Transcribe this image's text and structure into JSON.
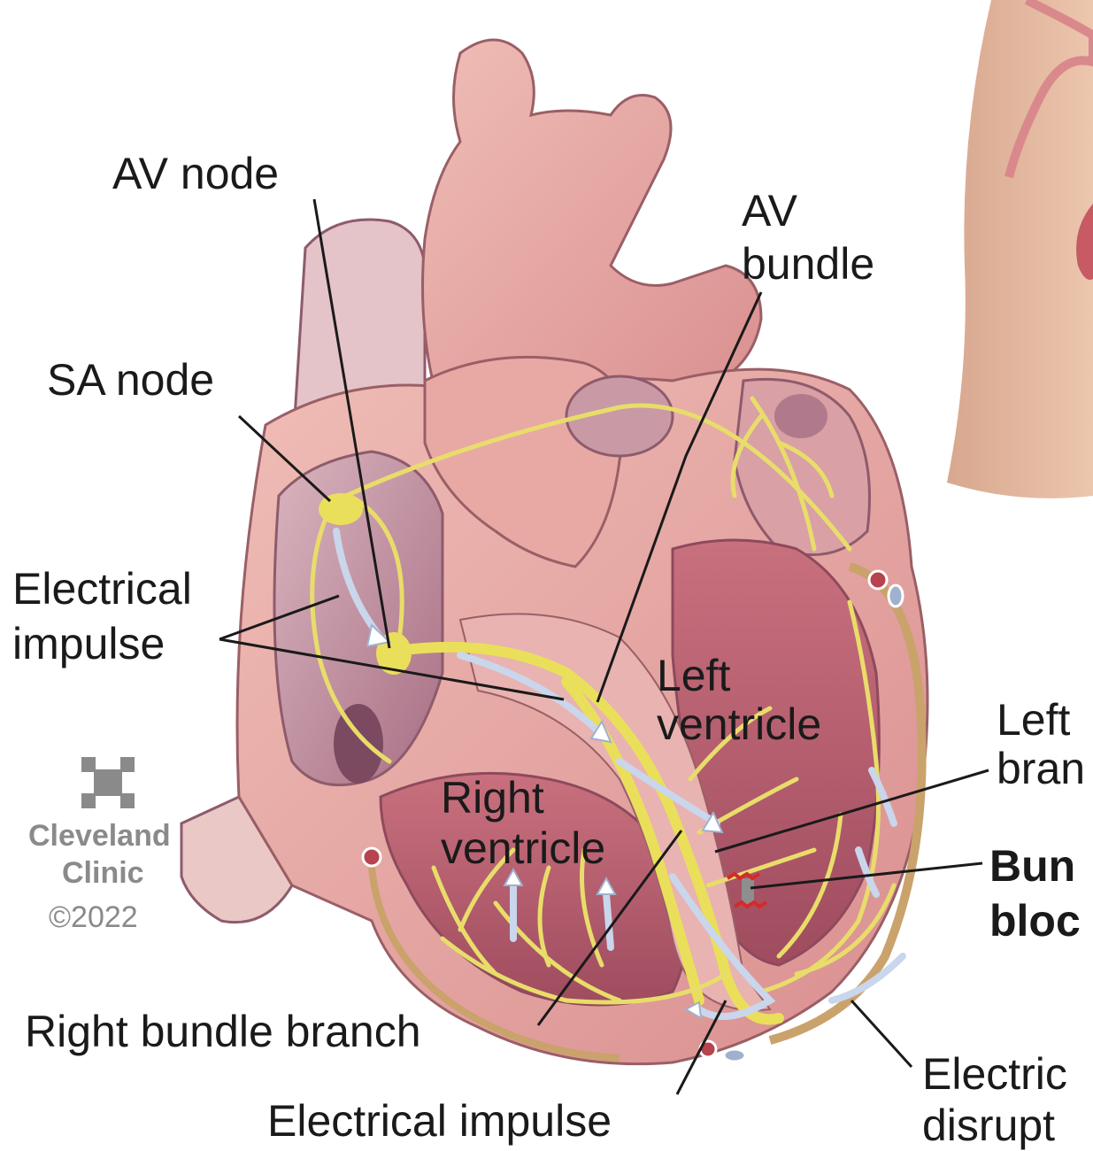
{
  "labels": {
    "av_node": "AV node",
    "av_bundle_1": "AV",
    "av_bundle_2": "bundle",
    "sa_node": "SA node",
    "electrical_impulse_1": "Electrical",
    "electrical_impulse_2": "impulse",
    "left_ventricle_1": "Left",
    "left_ventricle_2": "ventricle",
    "left_branch_1": "Left",
    "left_branch_2": "bran",
    "right_ventricle_1": "Right",
    "right_ventricle_2": "ventricle",
    "bundle_block_1": "Bun",
    "bundle_block_2": "bloc",
    "right_bundle_branch": "Right bundle branch",
    "electrical_impulse_bottom": "Electrical impulse",
    "electrical_disruption_1": "Electric",
    "electrical_disruption_2": "disrupt"
  },
  "brand": {
    "name_1": "Cleveland",
    "name_2": "Clinic",
    "copyright": "©2022"
  },
  "colors": {
    "heart_flesh": "#e7a9a5",
    "heart_dark": "#b36b78",
    "chamber_interior": "#cfa3b0",
    "conduction_nerve": "#eadf5a",
    "impulse_arrow": "#c9d6ec",
    "block_mark": "#d42a2a",
    "skin": "#e3b9a0"
  }
}
